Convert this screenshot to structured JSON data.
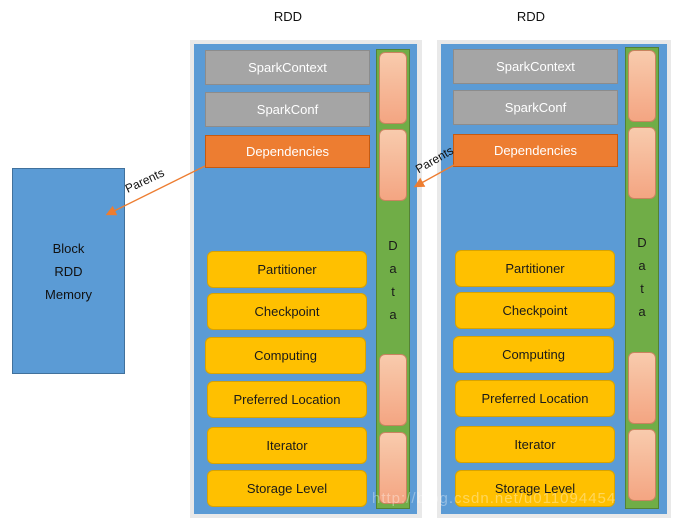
{
  "left_box": {
    "lines": [
      "Block",
      "RDD",
      "Memory"
    ]
  },
  "rdds": [
    {
      "title": "RDD",
      "top_boxes": [
        "SparkContext",
        "SparkConf"
      ],
      "dependencies": "Dependencies",
      "props": [
        "Partitioner",
        "Checkpoint",
        "Computing",
        "Preferred Location",
        "Iterator",
        "Storage Level"
      ],
      "data_letters": [
        "D",
        "a",
        "t",
        "a"
      ]
    },
    {
      "title": "RDD",
      "top_boxes": [
        "SparkContext",
        "SparkConf"
      ],
      "dependencies": "Dependencies",
      "props": [
        "Partitioner",
        "Checkpoint",
        "Computing",
        "Preferred Location",
        "Iterator",
        "Storage Level"
      ],
      "data_letters": [
        "D",
        "a",
        "t",
        "a"
      ]
    }
  ],
  "arrows": [
    {
      "label": "Parents"
    },
    {
      "label": "Parents"
    }
  ],
  "colors": {
    "panel": "#5b9bd5",
    "grey_box": "#a5a5a5",
    "dependencies": "#ed7d31",
    "property": "#ffc000",
    "data_bar": "#70ad47",
    "data_cell": "#f8cbad",
    "arrow": "#ed7d31"
  },
  "watermark": "http://blog.csdn.net/u011094454"
}
